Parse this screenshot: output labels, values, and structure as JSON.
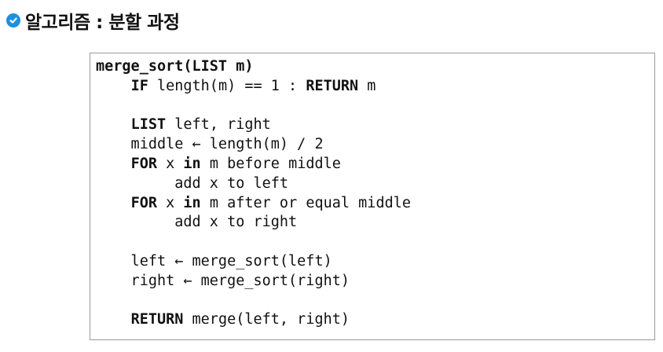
{
  "page": {
    "title": "알고리즘 : 분할 과정",
    "accent_color": "#1e8fe1",
    "title_icon": "check-circle-icon"
  },
  "code": {
    "lines": [
      {
        "segments": [
          {
            "text": "merge_sort(LIST m)",
            "bold": true
          }
        ]
      },
      {
        "segments": [
          {
            "text": "    ",
            "bold": false
          },
          {
            "text": "IF",
            "bold": true
          },
          {
            "text": " length(m) == 1 : ",
            "bold": false
          },
          {
            "text": "RETURN",
            "bold": true
          },
          {
            "text": " m",
            "bold": false
          }
        ]
      },
      {
        "segments": []
      },
      {
        "segments": [
          {
            "text": "    ",
            "bold": false
          },
          {
            "text": "LIST",
            "bold": true
          },
          {
            "text": " left, right",
            "bold": false
          }
        ]
      },
      {
        "segments": [
          {
            "text": "    middle ← length(m) / 2",
            "bold": false
          }
        ]
      },
      {
        "segments": [
          {
            "text": "    ",
            "bold": false
          },
          {
            "text": "FOR",
            "bold": true
          },
          {
            "text": " x ",
            "bold": false
          },
          {
            "text": "in",
            "bold": true
          },
          {
            "text": " m before middle",
            "bold": false
          }
        ]
      },
      {
        "segments": [
          {
            "text": "         add x to left",
            "bold": false
          }
        ]
      },
      {
        "segments": [
          {
            "text": "    ",
            "bold": false
          },
          {
            "text": "FOR",
            "bold": true
          },
          {
            "text": " x ",
            "bold": false
          },
          {
            "text": "in",
            "bold": true
          },
          {
            "text": " m after or equal middle",
            "bold": false
          }
        ]
      },
      {
        "segments": [
          {
            "text": "         add x to right",
            "bold": false
          }
        ]
      },
      {
        "segments": []
      },
      {
        "segments": [
          {
            "text": "    left ← merge_sort(left)",
            "bold": false
          }
        ]
      },
      {
        "segments": [
          {
            "text": "    right ← merge_sort(right)",
            "bold": false
          }
        ]
      },
      {
        "segments": []
      },
      {
        "segments": [
          {
            "text": "    ",
            "bold": false
          },
          {
            "text": "RETURN",
            "bold": true
          },
          {
            "text": " merge(left, right)",
            "bold": false
          }
        ]
      }
    ]
  }
}
